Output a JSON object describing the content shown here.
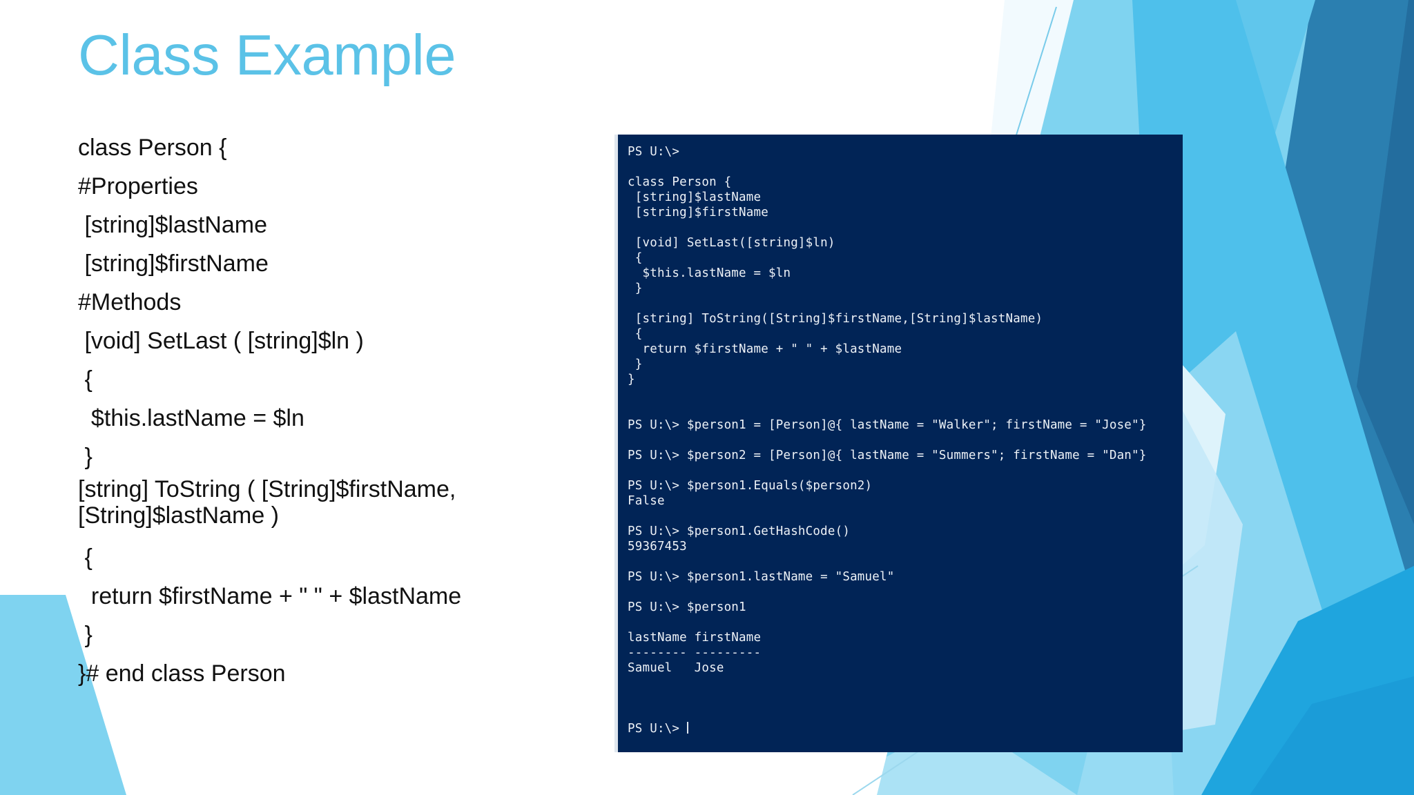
{
  "slide": {
    "title": "Class Example",
    "title_color": "#5BC2E7",
    "background_color": "#FFFFFF"
  },
  "body_code": {
    "lines": [
      "class Person {",
      "#Properties",
      " [string]$lastName",
      " [string]$firstName",
      "#Methods",
      " [void] SetLast ( [string]$ln )",
      " {",
      "  $this.lastName = $ln",
      " }",
      "[string] ToString ( [String]$firstName, [String]$lastName )",
      " {",
      "  return $firstName + \" \" + $lastName",
      " }",
      "}# end class Person"
    ]
  },
  "console": {
    "background_color": "#012456",
    "text_color": "#EEF2F7",
    "prompt": "PS U:\\>",
    "cursor": "|",
    "lines": [
      "PS U:\\>",
      "",
      "class Person {",
      " [string]$lastName",
      " [string]$firstName",
      "",
      " [void] SetLast([string]$ln)",
      " {",
      "  $this.lastName = $ln",
      " }",
      "",
      " [string] ToString([String]$firstName,[String]$lastName)",
      " {",
      "  return $firstName + \" \" + $lastName",
      " }",
      "}",
      "",
      "",
      "PS U:\\> $person1 = [Person]@{ lastName = \"Walker\"; firstName = \"Jose\"}",
      "",
      "PS U:\\> $person2 = [Person]@{ lastName = \"Summers\"; firstName = \"Dan\"}",
      "",
      "PS U:\\> $person1.Equals($person2)",
      "False",
      "",
      "PS U:\\> $person1.GetHashCode()",
      "59367453",
      "",
      "PS U:\\> $person1.lastName = \"Samuel\"",
      "",
      "PS U:\\> $person1",
      "",
      "lastName firstName",
      "-------- ---------",
      "Samuel   Jose",
      "",
      "",
      ""
    ],
    "last_line_prompt": "PS U:\\> "
  },
  "decoration": {
    "colors": {
      "light_blue": "#79D2F2",
      "mid_blue": "#4FC3F0",
      "sky_blue": "#5BBFE8",
      "steel_blue": "#2B7FB0",
      "deep_steel": "#2176A8",
      "pale_blue": "#BDE6F6",
      "very_pale": "#E3F4FC",
      "azure": "#21A9E1"
    }
  }
}
